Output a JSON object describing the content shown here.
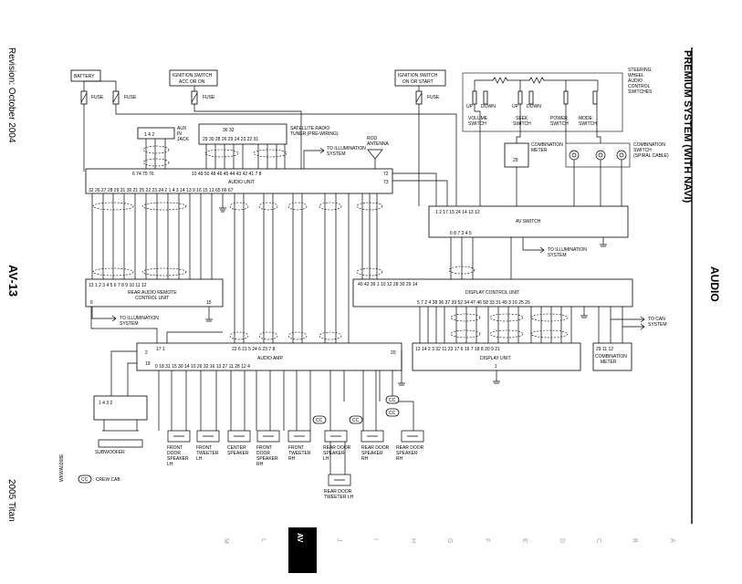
{
  "page": {
    "side_title": "PREMIUM SYSTEM (WITH NAVI)",
    "side_section": "AUDIO",
    "revision": "Revision: October 2004",
    "page_code": "AV-13",
    "model": "2005 Titan",
    "figure_id": "WKWA0268E",
    "crew_cab_note": ": CREW CAB",
    "cc_tag": "CC"
  },
  "nav_letters": [
    "A",
    "B",
    "C",
    "D",
    "E",
    "F",
    "G",
    "H",
    "I",
    "J",
    "AV",
    "L",
    "M"
  ],
  "power": {
    "battery": "BATTERY",
    "fuse": "FUSE",
    "ign_acc_1": "IGNITION SWITCH",
    "ign_acc_2": "ACC OR ON",
    "ign_start_1": "IGNITION SWITCH",
    "ign_start_2": "ON OR START"
  },
  "components": {
    "aux_1": "AUX",
    "aux_2": "IN",
    "aux_3": "JACK",
    "sat_1": "SATELLITE RADIO",
    "sat_2": "TUNER (PRE-WIRING)",
    "to_illum": "TO ILLUMINATION",
    "system": "SYSTEM",
    "rod_1": "ROD",
    "rod_2": "ANTENNA",
    "audio_unit": "AUDIO UNIT",
    "steer_1": "STEERING",
    "steer_2": "WHEEL",
    "steer_3": "AUDIO",
    "steer_4": "CONTROL",
    "steer_5": "SWITCHES",
    "up": "UP",
    "down": "DOWN",
    "vol_1": "VOLUME",
    "vol_2": "SWITCH",
    "seek_1": "SEEK",
    "seek_2": "SWITCH",
    "pwr_1": "POWER",
    "pwr_2": "SWITCH",
    "mode_1": "MODE",
    "mode_2": "SWITCH",
    "cmeter_1": "COMBINATION",
    "cmeter_2": "METER",
    "cswitch_1": "COMBINATION",
    "cswitch_2": "SWITCH",
    "cswitch_3": "(SPIRAL CABLE)",
    "av_switch": "AV SWITCH",
    "rarc_1": "REAR AUDIO REMOTE",
    "rarc_2": "CONTROL UNIT",
    "dcu": "DISPLAY CONTROL UNIT",
    "to_can_1": "TO CAN",
    "to_can_2": "SYSTEM",
    "amp": "AUDIO AMP.",
    "display_unit": "DISPLAY UNIT",
    "combo_meter_1": "COMBINATION",
    "combo_meter_2": "METER",
    "subwoofer": "SUBWOOFER",
    "fdsp_lh_1": "FRONT",
    "fdsp_lh_2": "DOOR",
    "fdsp_lh_3": "SPEAKER",
    "fdsp_lh_4": "LH",
    "ftw_lh_1": "FRONT",
    "ftw_lh_2": "TWEETER",
    "ftw_lh_3": "LH",
    "center_1": "CENTER",
    "center_2": "SPEAKER",
    "fdsp_rh_1": "FRONT",
    "fdsp_rh_2": "DOOR",
    "fdsp_rh_3": "SPEAKER",
    "fdsp_rh_4": "RH",
    "ftw_rh_1": "FRONT",
    "ftw_rh_2": "TWEETER",
    "ftw_rh_3": "RH",
    "rdsp_lh_1": "REAR DOOR",
    "rdsp_lh_2": "SPEAKER",
    "rdsp_lh_3": "LH",
    "rdsp_rh_1": "REAR DOOR",
    "rdsp_rh_2": "SPEAKER",
    "rdsp_rh_3": "RH",
    "rdsp2_rh_1": "REAR DOOR",
    "rdsp2_rh_2": "SPEAKER",
    "rdsp2_rh_3": "RH",
    "rtw_lh_1": "REAR DOOR",
    "rtw_lh_2": "TWEETER LH"
  },
  "pins": {
    "aux": "1  4  2",
    "sat_top": "36        32",
    "sat": "29  30  28  26  29  24  23  22  31",
    "audio_top_l": "6   74  75  76",
    "audio_top_m": "10  49  50  48  46  45  44  43  42  41   7   8",
    "audio_r1": "72",
    "audio_r2": "73",
    "audio_bot": "32  26  27  28  29  31  30  21  25  22  23  24    2   1      4   3     14  13   9   16  15  12     65  66  67",
    "rarc_top": "13   1    2    3    4    5    6    7    8    9   10  11  12",
    "rarc_6": "6",
    "rarc_15": "15",
    "av_top": "1    2                 17   15          24                   14       13     12",
    "av_bot": "6    8    7              3    4                      5",
    "dcu_top": "40   42   39      1   10  12          28   30   29             14",
    "dcu_bot": "5   7   2   4   38   36   37   39   52   34   47   46   58   33   31   49      3        16   25   26",
    "amp_top": "22   6       21   5      24   6     23   7    8",
    "amp_l": "17   1",
    "amp_bot": "0   18  31   15     30   14     10   26    32   16     13    27    11    28   12   4",
    "amp_2": "2",
    "amp_19": "19",
    "amp_20": "20",
    "du": "13  14   2   3   32   11   23  17   6  16   7   18   8  20   9  21",
    "du_1": "1",
    "cm": "29   11   12",
    "sub": "1    4    3    2",
    "cm29": "29"
  }
}
